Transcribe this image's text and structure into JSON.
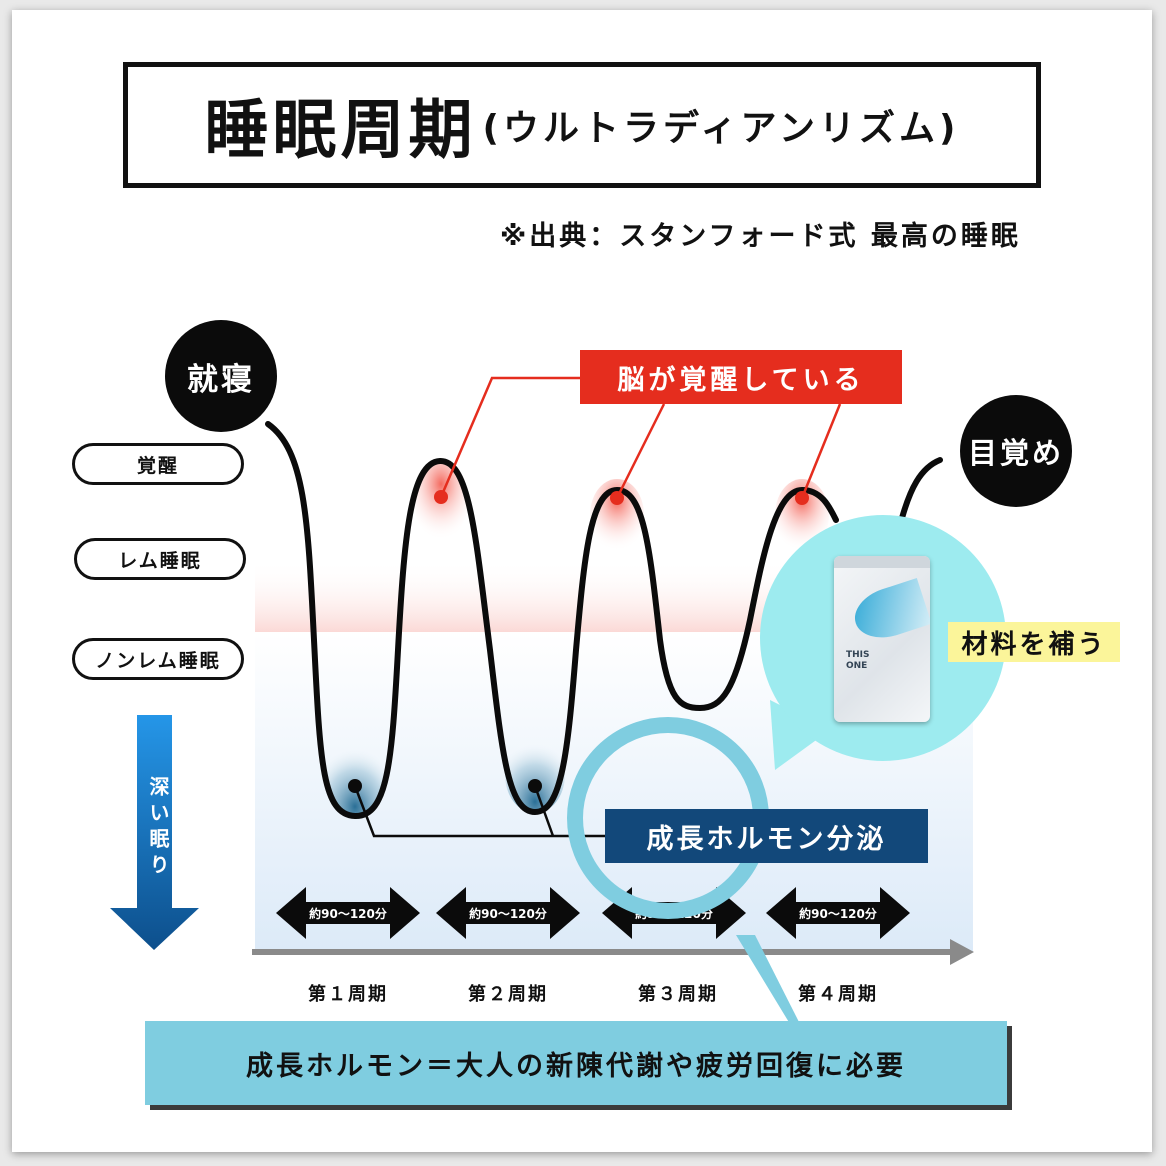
{
  "title": {
    "main": "睡眠周期",
    "sub": "(ウルトラディアンリズム)"
  },
  "source": "※出典：スタンフォード式 最高の睡眠",
  "labels": {
    "bedtime": "就寝",
    "wake": "目覚め",
    "brain_awake": "脳が覚醒している",
    "growth_hormone": "成長ホルモン分泌",
    "deep_sleep": "深い眠り",
    "materials": "材料を補う",
    "bottom_banner": "成長ホルモン＝大人の新陳代謝や疲労回復に必要"
  },
  "stages": [
    "覚醒",
    "レム睡眠",
    "ノンレム睡眠"
  ],
  "cycles": [
    {
      "label": "第１周期",
      "duration": "約90〜120分"
    },
    {
      "label": "第２周期",
      "duration": "約90〜120分"
    },
    {
      "label": "第３周期",
      "duration": "約90〜120分"
    },
    {
      "label": "第４周期",
      "duration": "約90〜120分"
    }
  ],
  "product": {
    "name_line1": "THIS",
    "name_line2": "ONE"
  },
  "colors": {
    "brain_red": "#e52d1e",
    "hormone_navy": "#12487a",
    "callout_cyan": "#9debef",
    "banner_blue": "#7fcde0",
    "highlight_yellow": "#fbf59a",
    "deep_arrow_blue": "#1474c4"
  }
}
